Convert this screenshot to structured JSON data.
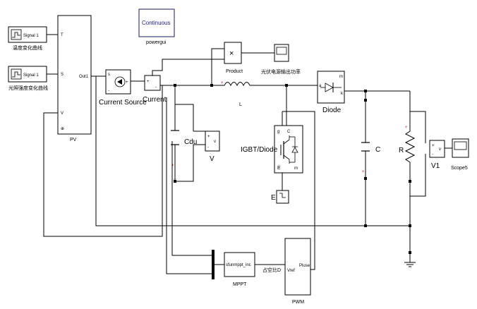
{
  "blocks": {
    "signal1_top": {
      "label": "Signal 1",
      "caption": "温度变化曲线"
    },
    "signal1_bottom": {
      "label": "Signal 1",
      "caption": "光照强度变化曲线"
    },
    "pv": {
      "name": "PV",
      "port_t": "T",
      "port_s": "S",
      "port_v": "V",
      "port_out": "Out1"
    },
    "powergui": {
      "label": "Continuous",
      "name": "powergui"
    },
    "current_source": {
      "name": "Current Source",
      "port_s": "s"
    },
    "current_meas": {
      "name": "Current",
      "plus": "+",
      "minus": "-"
    },
    "product": {
      "symbol": "×",
      "name": "Product"
    },
    "scope_power": {
      "caption": "光伏电源输出功率"
    },
    "inductor": {
      "name": "L"
    },
    "diode": {
      "name": "Diode",
      "port_a": "a",
      "port_k": "k",
      "port_m": "m"
    },
    "cdu": {
      "name": "Cdu"
    },
    "v_meas": {
      "name": "V",
      "plus": "+",
      "minus": "-",
      "port_v": "v"
    },
    "igbt": {
      "name": "IGBT/Diode",
      "port_g": "g",
      "port_c": "C",
      "port_e": "E",
      "port_m": "m"
    },
    "ground_e": {
      "name": "E"
    },
    "cap_c": {
      "name": "C"
    },
    "res_r": {
      "name": "R"
    },
    "v1_meas": {
      "name": "V1",
      "plus": "+",
      "minus": "-",
      "port_v": "v"
    },
    "scope5": {
      "name": "Scope5"
    },
    "mppt": {
      "label": "sfunmppt_inc",
      "name": "MPPT"
    },
    "duty": {
      "label": "占空比D"
    },
    "pwm": {
      "name": "PWM",
      "port_in": "Vref",
      "port_out": "Pluse"
    }
  },
  "colors": {
    "block_stroke": "#000000",
    "powergui_text": "#1a1a99",
    "polarity": "#dd1111"
  }
}
